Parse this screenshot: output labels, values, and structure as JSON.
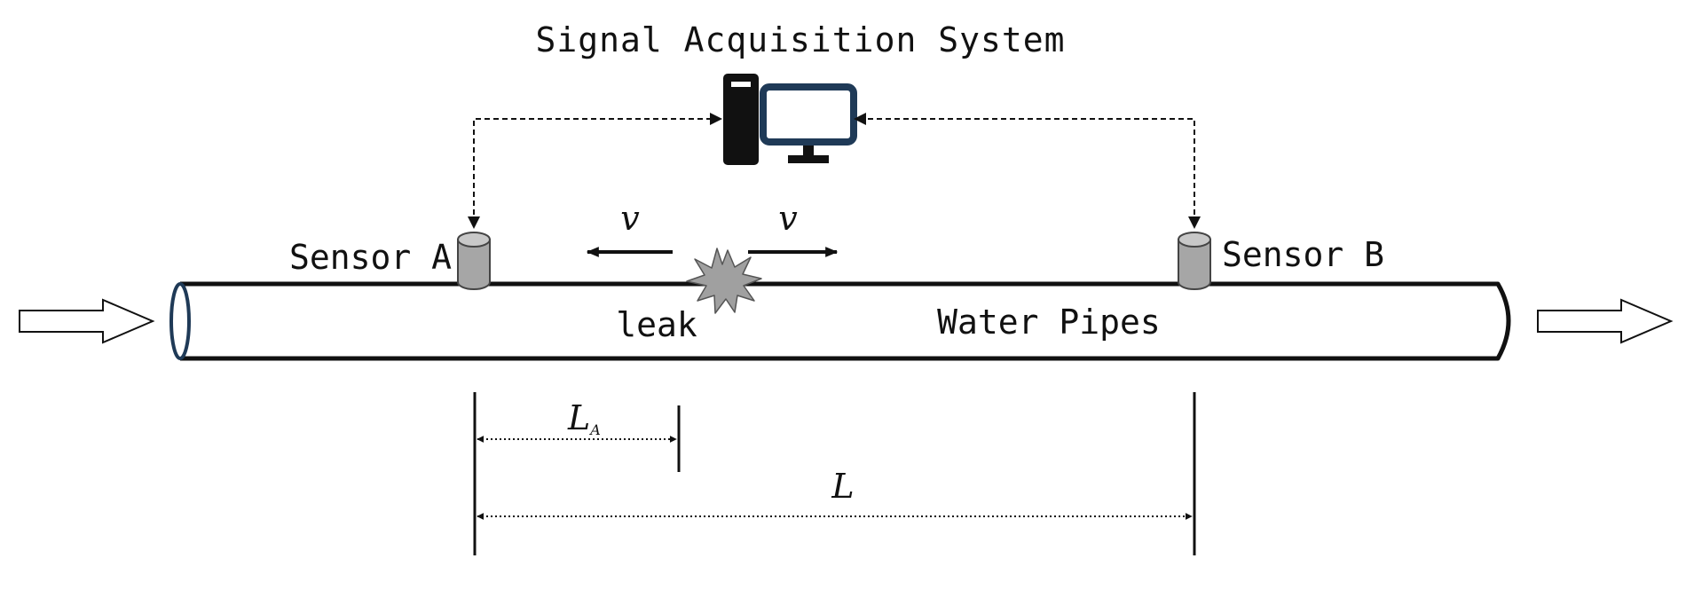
{
  "title": "Signal Acquisition System",
  "labels": {
    "sensor_a": "Sensor A",
    "sensor_b": "Sensor B",
    "leak": "leak",
    "pipe": "Water Pipes"
  },
  "symbols": {
    "velocity_left": "v",
    "velocity_right": "v",
    "distance_a_main": "L",
    "distance_a_sub": "A",
    "distance_total": "L"
  },
  "colors": {
    "line": "#111111",
    "sensor_fill": "#a6a6a6",
    "sensor_top": "#c8c8c8",
    "leak_fill": "#a0a0a0",
    "monitor_frame": "#1f3a57",
    "pipe_end": "#1f3a57"
  },
  "icons": {
    "computer": "desktop-computer-icon",
    "leak": "starburst-leak-icon",
    "sensor": "cylinder-sensor-icon",
    "flow": "hollow-arrow-icon"
  }
}
